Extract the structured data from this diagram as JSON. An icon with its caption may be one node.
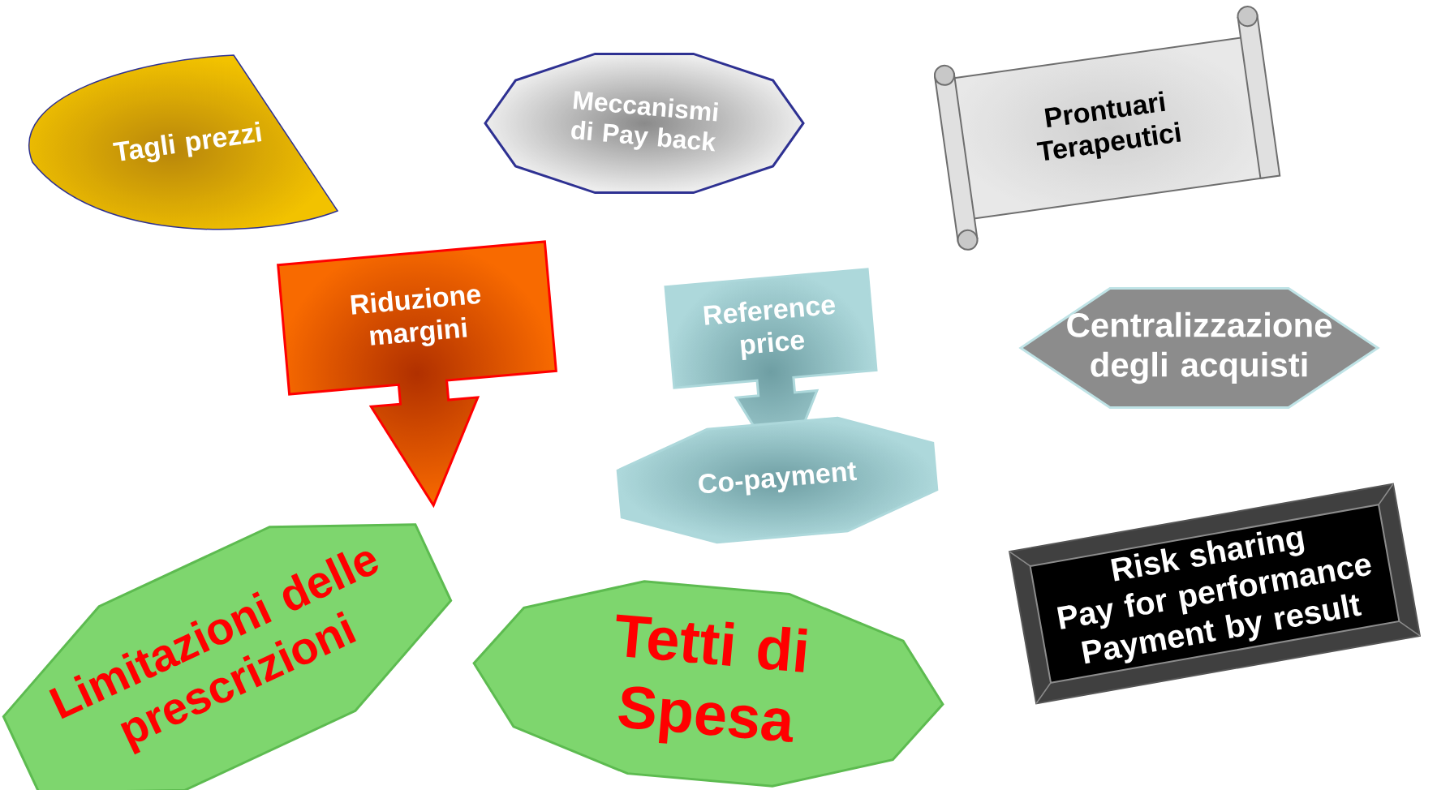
{
  "diagram": {
    "nodes": [
      {
        "text": [
          "Tagli prezzi"
        ]
      },
      {
        "text": [
          "Meccanismi di Pay back"
        ]
      },
      {
        "text": [
          "Prontuari Terapeutici"
        ]
      },
      {
        "text": [
          "Riduzione margini"
        ]
      },
      {
        "text": [
          "Reference price"
        ]
      },
      {
        "text": [
          "Centralizzazione degli acquisti"
        ]
      },
      {
        "text": [
          "Co-payment"
        ]
      },
      {
        "text": [
          "Limitazioni delle prescrizioni"
        ]
      },
      {
        "text": [
          "Tetti di Spesa"
        ]
      },
      {
        "text": [
          "Risk sharing",
          "Pay for performance",
          "Payment by result"
        ]
      }
    ]
  }
}
